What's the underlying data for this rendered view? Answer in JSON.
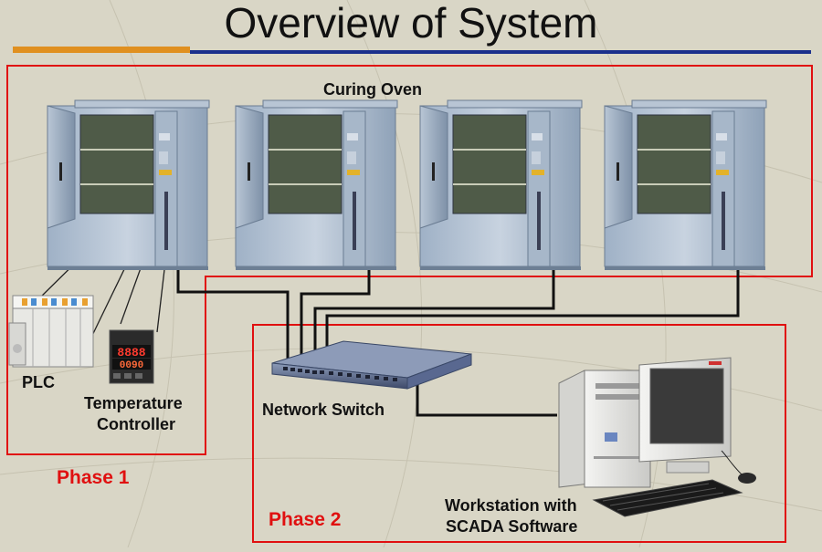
{
  "title": "Overview of System",
  "labels": {
    "curing_oven": "Curing Oven",
    "plc": "PLC",
    "temperature_controller": [
      "Temperature",
      "Controller"
    ],
    "network_switch": "Network Switch",
    "workstation": [
      "Workstation with",
      "SCADA Software"
    ],
    "phase1": "Phase 1",
    "phase2": "Phase 2",
    "controller_display": [
      "8888",
      "0090"
    ]
  },
  "colors": {
    "background": "#d9d6c6",
    "phase_border": "#e01010",
    "title_underline_orange": "#e09020",
    "title_underline_blue": "#1a2f8c",
    "cable": "#111111"
  },
  "icons": [
    "curing-oven-icon",
    "plc-icon",
    "temperature-controller-icon",
    "network-switch-icon",
    "workstation-icon"
  ]
}
